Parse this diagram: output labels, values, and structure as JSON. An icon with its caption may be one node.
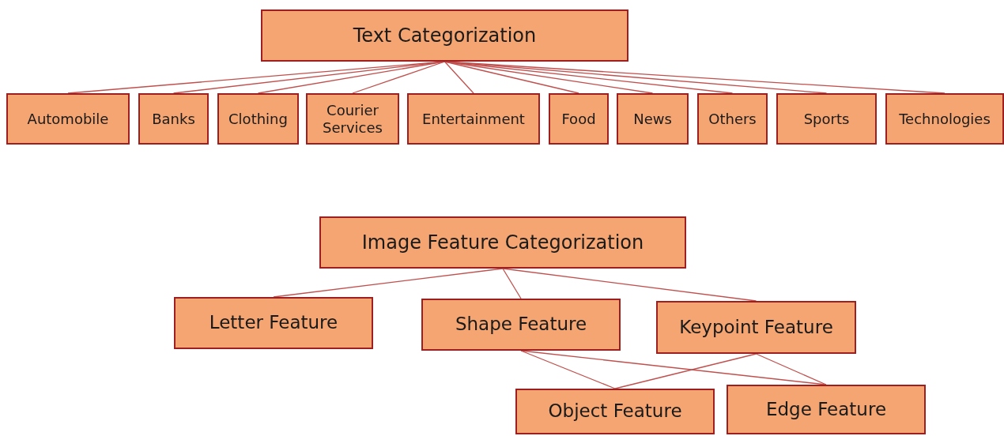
{
  "diagram": {
    "nodes": [
      {
        "text": [
          "Text Categorization"
        ]
      },
      {
        "text": [
          "Automobile"
        ]
      },
      {
        "text": [
          "Banks"
        ]
      },
      {
        "text": [
          "Clothing"
        ]
      },
      {
        "text": [
          "Courier Services"
        ]
      },
      {
        "text": [
          "Entertainment"
        ]
      },
      {
        "text": [
          "Food"
        ]
      },
      {
        "text": [
          "News"
        ]
      },
      {
        "text": [
          "Others"
        ]
      },
      {
        "text": [
          "Sports"
        ]
      },
      {
        "text": [
          "Technologies"
        ]
      },
      {
        "text": [
          "Image Feature Categorization"
        ]
      },
      {
        "text": [
          "Letter Feature"
        ]
      },
      {
        "text": [
          "Shape Feature"
        ]
      },
      {
        "text": [
          "Keypoint Feature"
        ]
      },
      {
        "text": [
          "Object Feature"
        ]
      },
      {
        "text": [
          "Edge Feature"
        ]
      }
    ],
    "edges": [
      {
        "from": 0,
        "to": 1,
        "arrow": "none"
      },
      {
        "from": 0,
        "to": 2,
        "arrow": "none"
      },
      {
        "from": 0,
        "to": 3,
        "arrow": "none"
      },
      {
        "from": 0,
        "to": 4,
        "arrow": "none"
      },
      {
        "from": 0,
        "to": 5,
        "arrow": "none"
      },
      {
        "from": 0,
        "to": 6,
        "arrow": "none"
      },
      {
        "from": 0,
        "to": 7,
        "arrow": "none"
      },
      {
        "from": 0,
        "to": 8,
        "arrow": "none"
      },
      {
        "from": 0,
        "to": 9,
        "arrow": "none"
      },
      {
        "from": 0,
        "to": 10,
        "arrow": "none"
      },
      {
        "from": 11,
        "to": 12,
        "arrow": "none"
      },
      {
        "from": 11,
        "to": 13,
        "arrow": "none"
      },
      {
        "from": 11,
        "to": 14,
        "arrow": "none"
      },
      {
        "from": 13,
        "to": 15,
        "arrow": "none"
      },
      {
        "from": 13,
        "to": 16,
        "arrow": "none"
      },
      {
        "from": 14,
        "to": 15,
        "arrow": "none"
      },
      {
        "from": 14,
        "to": 16,
        "arrow": "none"
      }
    ]
  }
}
